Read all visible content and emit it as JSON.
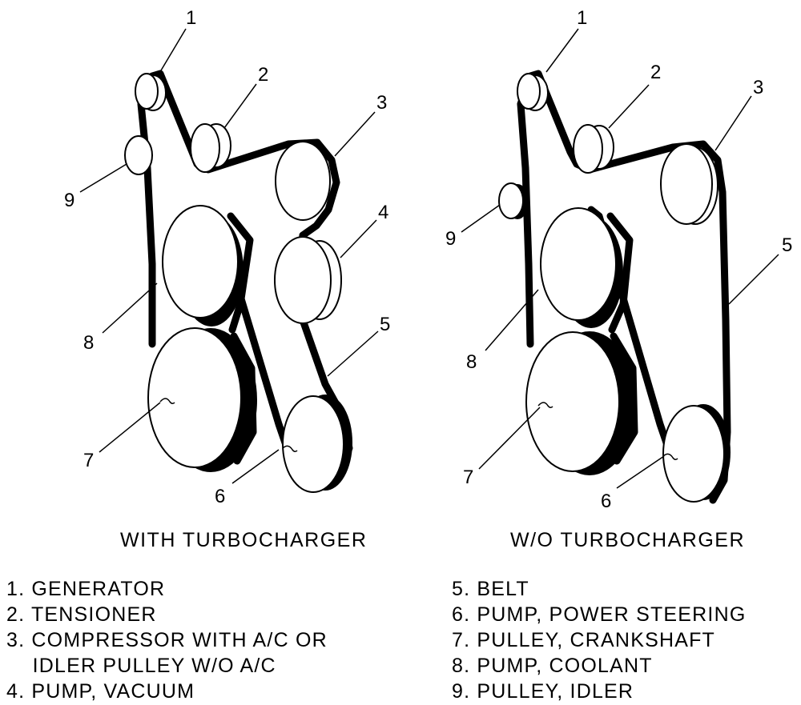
{
  "diagrams": [
    {
      "caption": "WITH TURBOCHARGER",
      "callouts": [
        "1",
        "2",
        "3",
        "4",
        "5",
        "6",
        "7",
        "8",
        "9"
      ]
    },
    {
      "caption": "W/O TURBOCHARGER",
      "callouts": [
        "1",
        "2",
        "3",
        "5",
        "6",
        "7",
        "8",
        "9"
      ]
    }
  ],
  "legend": {
    "left": [
      "1. GENERATOR",
      "2. TENSIONER",
      "3. COMPRESSOR WITH A/C OR",
      "    IDLER PULLEY W/O A/C",
      "4. PUMP, VACUUM"
    ],
    "right": [
      "5. BELT",
      "6. PUMP, POWER STEERING",
      "7. PULLEY, CRANKSHAFT",
      "8. PUMP, COOLANT",
      "9. PULLEY, IDLER"
    ]
  }
}
